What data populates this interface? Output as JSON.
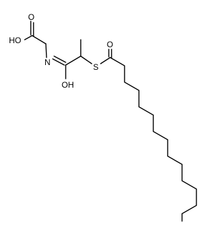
{
  "diagram": {
    "type": "structural-formula",
    "atom_labels": {
      "carbonyl_oxygen_acid": "O",
      "hydroxyl": "HO",
      "nitrogen": "N",
      "amide_oxygen_enol": "OH",
      "sulfur": "S",
      "thioester_oxygen": "O"
    },
    "colors": {
      "bond": "#000000",
      "background": "#ffffff"
    }
  }
}
